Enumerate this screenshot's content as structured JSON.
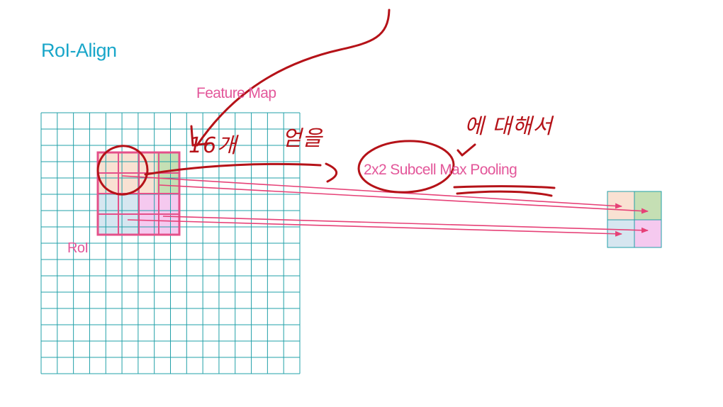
{
  "title": "RoI-Align",
  "labels": {
    "feature_map": "Feature Map",
    "roi": "RoI",
    "pooling": "2x2 Subcell Max Pooling"
  },
  "annotations": {
    "count_note": "16개",
    "object_note": "얻을",
    "target_note": "에 대해서"
  },
  "colors": {
    "title": "#18a6c9",
    "grid": "#22a0a8",
    "roi_border": "#e4508a",
    "pink_text": "#e3579a",
    "annotation_red": "#b51218",
    "cell_peach": "#f9e1d2",
    "cell_green": "#c5dfb4",
    "cell_blue": "#d6e6f0",
    "cell_pink": "#f5c9ef",
    "arrow": "#e64177"
  }
}
